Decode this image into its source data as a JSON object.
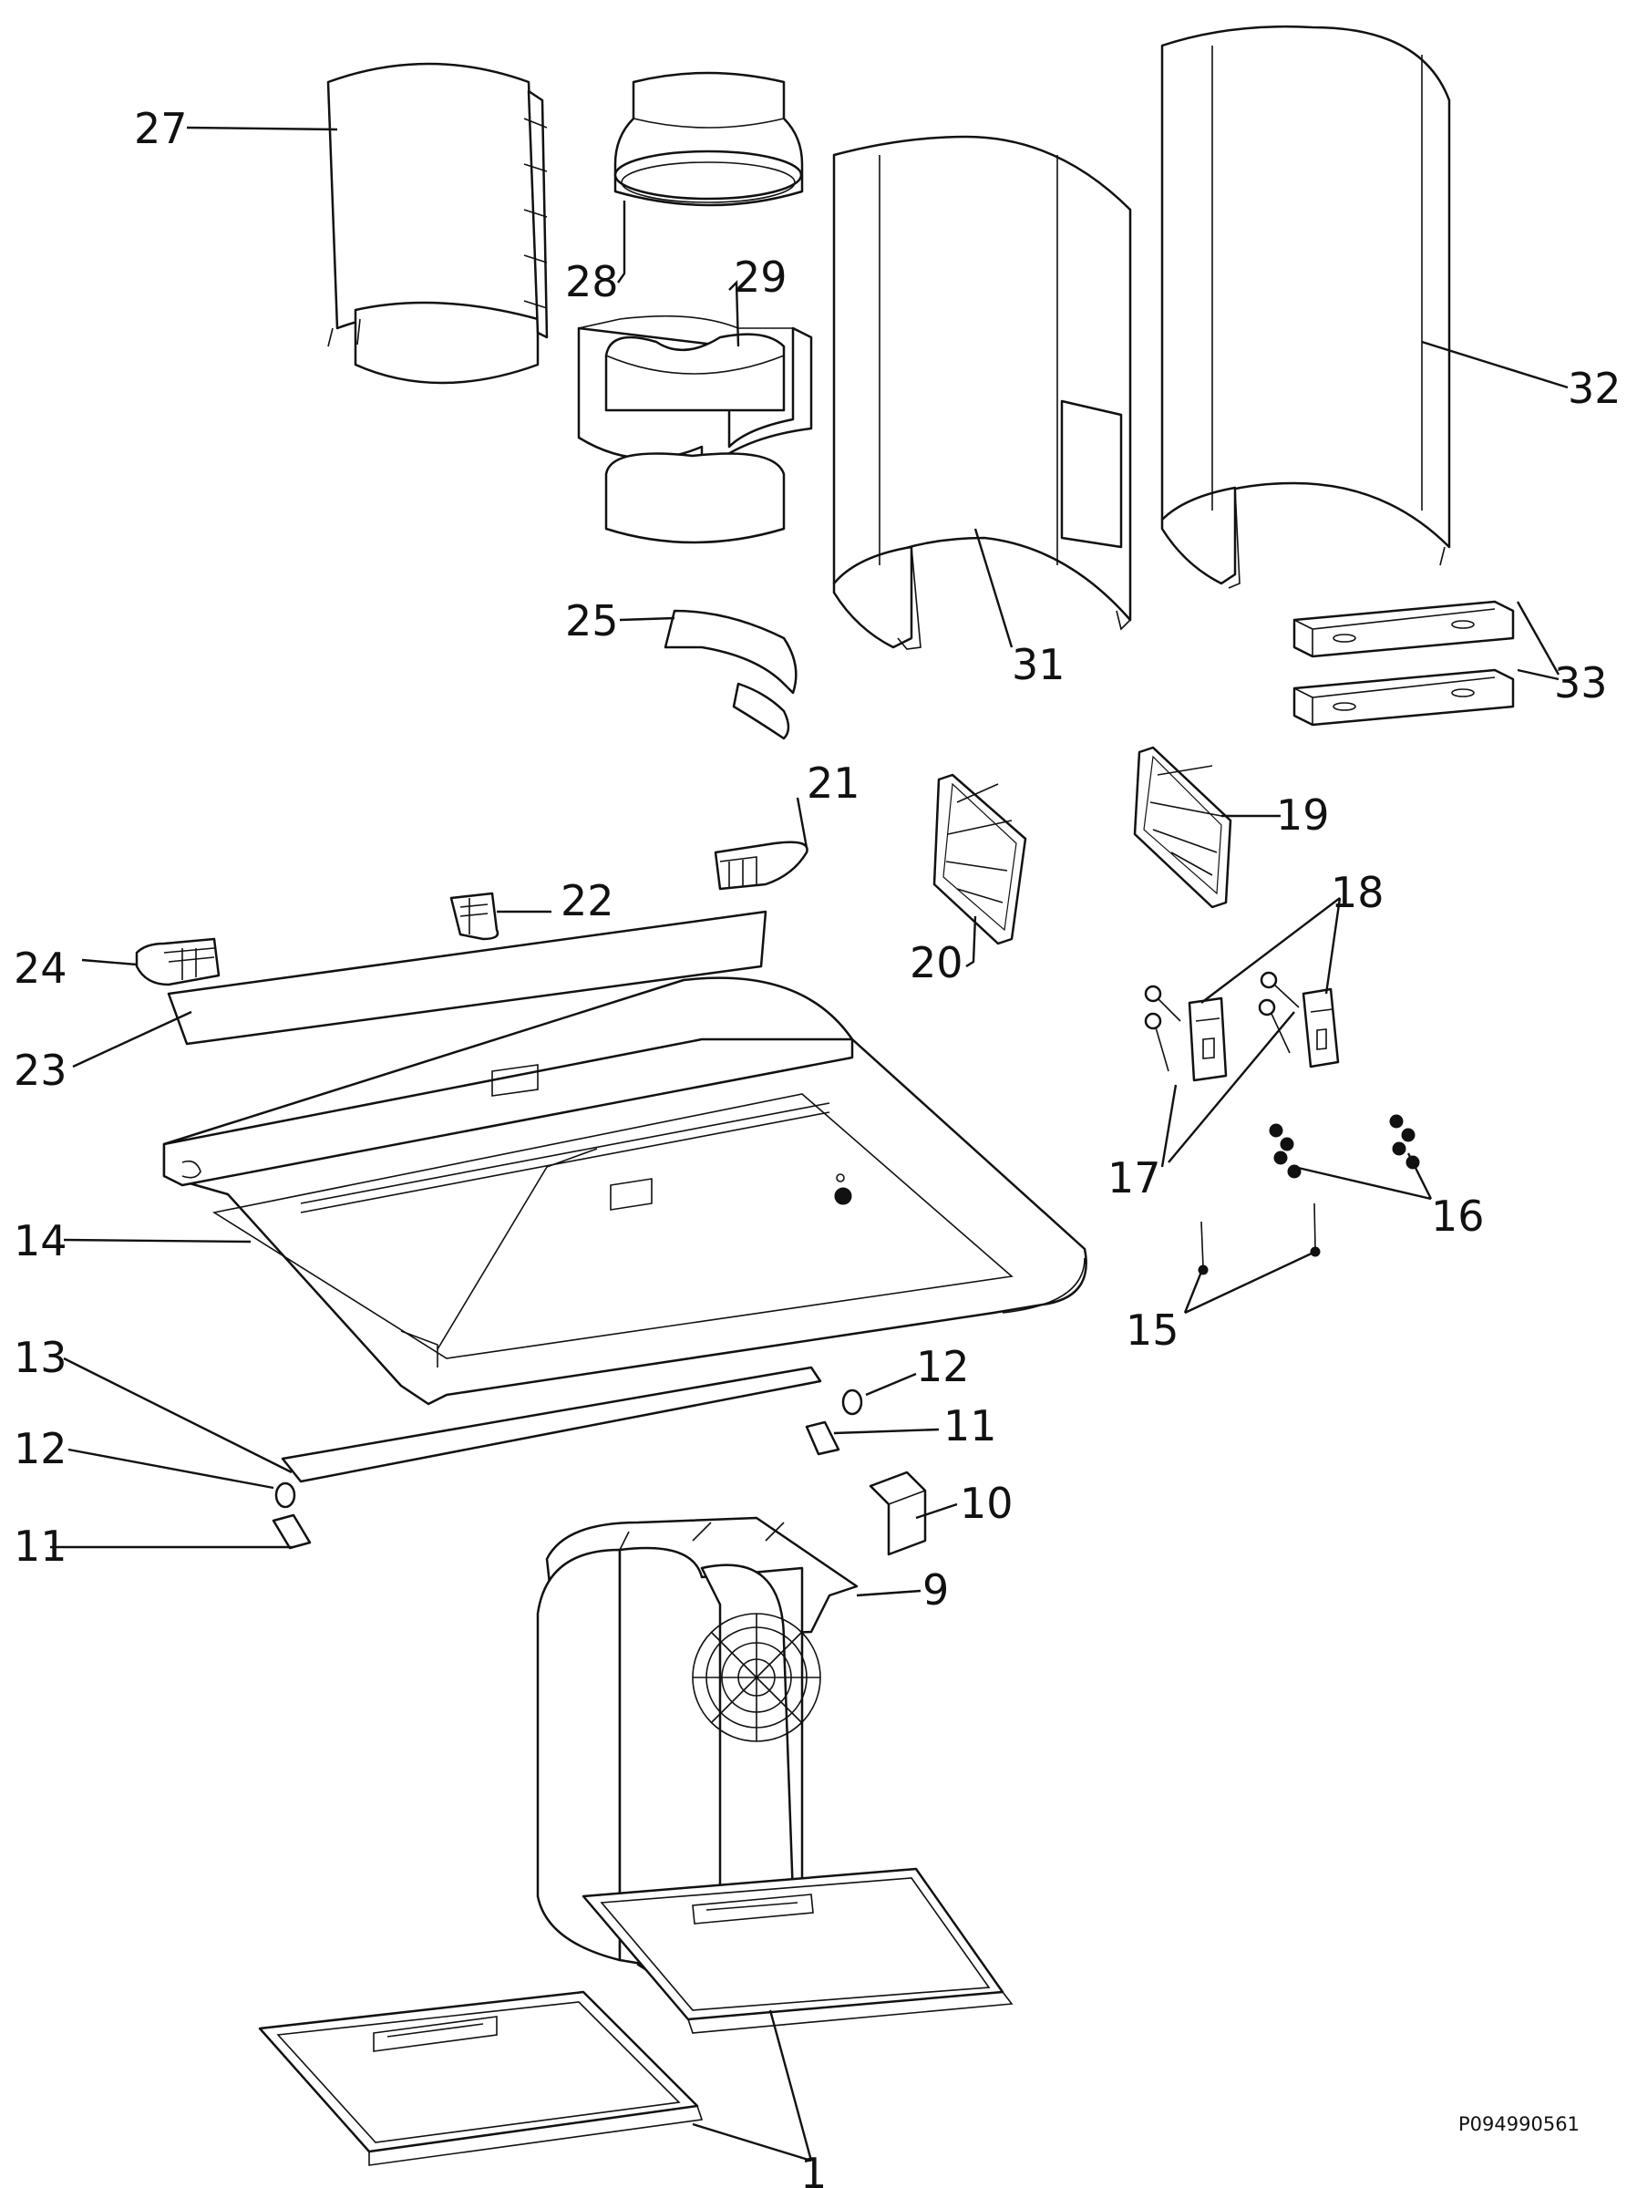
{
  "drawing_code": "P094990561",
  "callouts": {
    "c1": "1",
    "c9": "9",
    "c10": "10",
    "c11a": "11",
    "c11b": "11",
    "c12a": "12",
    "c12b": "12",
    "c13": "13",
    "c14": "14",
    "c15": "15",
    "c16": "16",
    "c17": "17",
    "c18": "18",
    "c19": "19",
    "c20": "20",
    "c21": "21",
    "c22": "22",
    "c23": "23",
    "c24": "24",
    "c25": "25",
    "c27": "27",
    "c28": "28",
    "c29": "29",
    "c31": "31",
    "c32": "32",
    "c33": "33"
  }
}
